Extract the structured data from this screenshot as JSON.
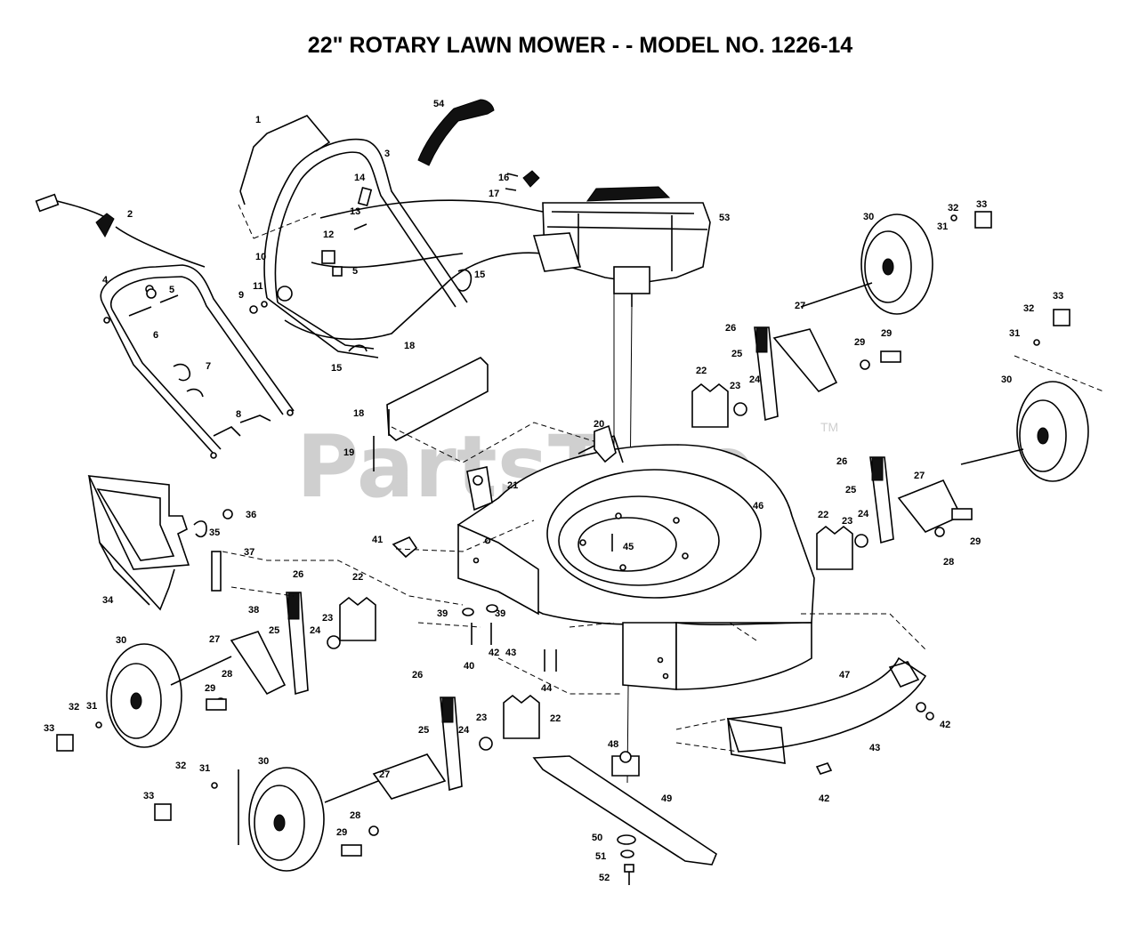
{
  "title": "22\" ROTARY LAWN MOWER - - MODEL NO. 1226-14",
  "watermark": {
    "text": "PartsTree",
    "trademark": "TM"
  },
  "callouts": [
    {
      "id": "1"
    },
    {
      "id": "2"
    },
    {
      "id": "3"
    },
    {
      "id": "54"
    },
    {
      "id": "16"
    },
    {
      "id": "17"
    },
    {
      "id": "53"
    },
    {
      "id": "14"
    },
    {
      "id": "13"
    },
    {
      "id": "12"
    },
    {
      "id": "5"
    },
    {
      "id": "10"
    },
    {
      "id": "11"
    },
    {
      "id": "9"
    },
    {
      "id": "4"
    },
    {
      "id": "5"
    },
    {
      "id": "6"
    },
    {
      "id": "7"
    },
    {
      "id": "8"
    },
    {
      "id": "15"
    },
    {
      "id": "15"
    },
    {
      "id": "18"
    },
    {
      "id": "18"
    },
    {
      "id": "19"
    },
    {
      "id": "20"
    },
    {
      "id": "21"
    },
    {
      "id": "46"
    },
    {
      "id": "45"
    },
    {
      "id": "30"
    },
    {
      "id": "31"
    },
    {
      "id": "32"
    },
    {
      "id": "33"
    },
    {
      "id": "32"
    },
    {
      "id": "33"
    },
    {
      "id": "31"
    },
    {
      "id": "27"
    },
    {
      "id": "26"
    },
    {
      "id": "25"
    },
    {
      "id": "29"
    },
    {
      "id": "29"
    },
    {
      "id": "22"
    },
    {
      "id": "23"
    },
    {
      "id": "24"
    },
    {
      "id": "30"
    },
    {
      "id": "26"
    },
    {
      "id": "25"
    },
    {
      "id": "27"
    },
    {
      "id": "24"
    },
    {
      "id": "23"
    },
    {
      "id": "22"
    },
    {
      "id": "29"
    },
    {
      "id": "28"
    },
    {
      "id": "36"
    },
    {
      "id": "35"
    },
    {
      "id": "37"
    },
    {
      "id": "34"
    },
    {
      "id": "38"
    },
    {
      "id": "41"
    },
    {
      "id": "26"
    },
    {
      "id": "22"
    },
    {
      "id": "23"
    },
    {
      "id": "25"
    },
    {
      "id": "24"
    },
    {
      "id": "39"
    },
    {
      "id": "39"
    },
    {
      "id": "40"
    },
    {
      "id": "42"
    },
    {
      "id": "43"
    },
    {
      "id": "44"
    },
    {
      "id": "30"
    },
    {
      "id": "27"
    },
    {
      "id": "28"
    },
    {
      "id": "29"
    },
    {
      "id": "32"
    },
    {
      "id": "31"
    },
    {
      "id": "33"
    },
    {
      "id": "26"
    },
    {
      "id": "25"
    },
    {
      "id": "24"
    },
    {
      "id": "23"
    },
    {
      "id": "22"
    },
    {
      "id": "47"
    },
    {
      "id": "42"
    },
    {
      "id": "43"
    },
    {
      "id": "42"
    },
    {
      "id": "48"
    },
    {
      "id": "49"
    },
    {
      "id": "50"
    },
    {
      "id": "51"
    },
    {
      "id": "52"
    },
    {
      "id": "32"
    },
    {
      "id": "31"
    },
    {
      "id": "30"
    },
    {
      "id": "33"
    },
    {
      "id": "27"
    },
    {
      "id": "28"
    },
    {
      "id": "29"
    }
  ]
}
